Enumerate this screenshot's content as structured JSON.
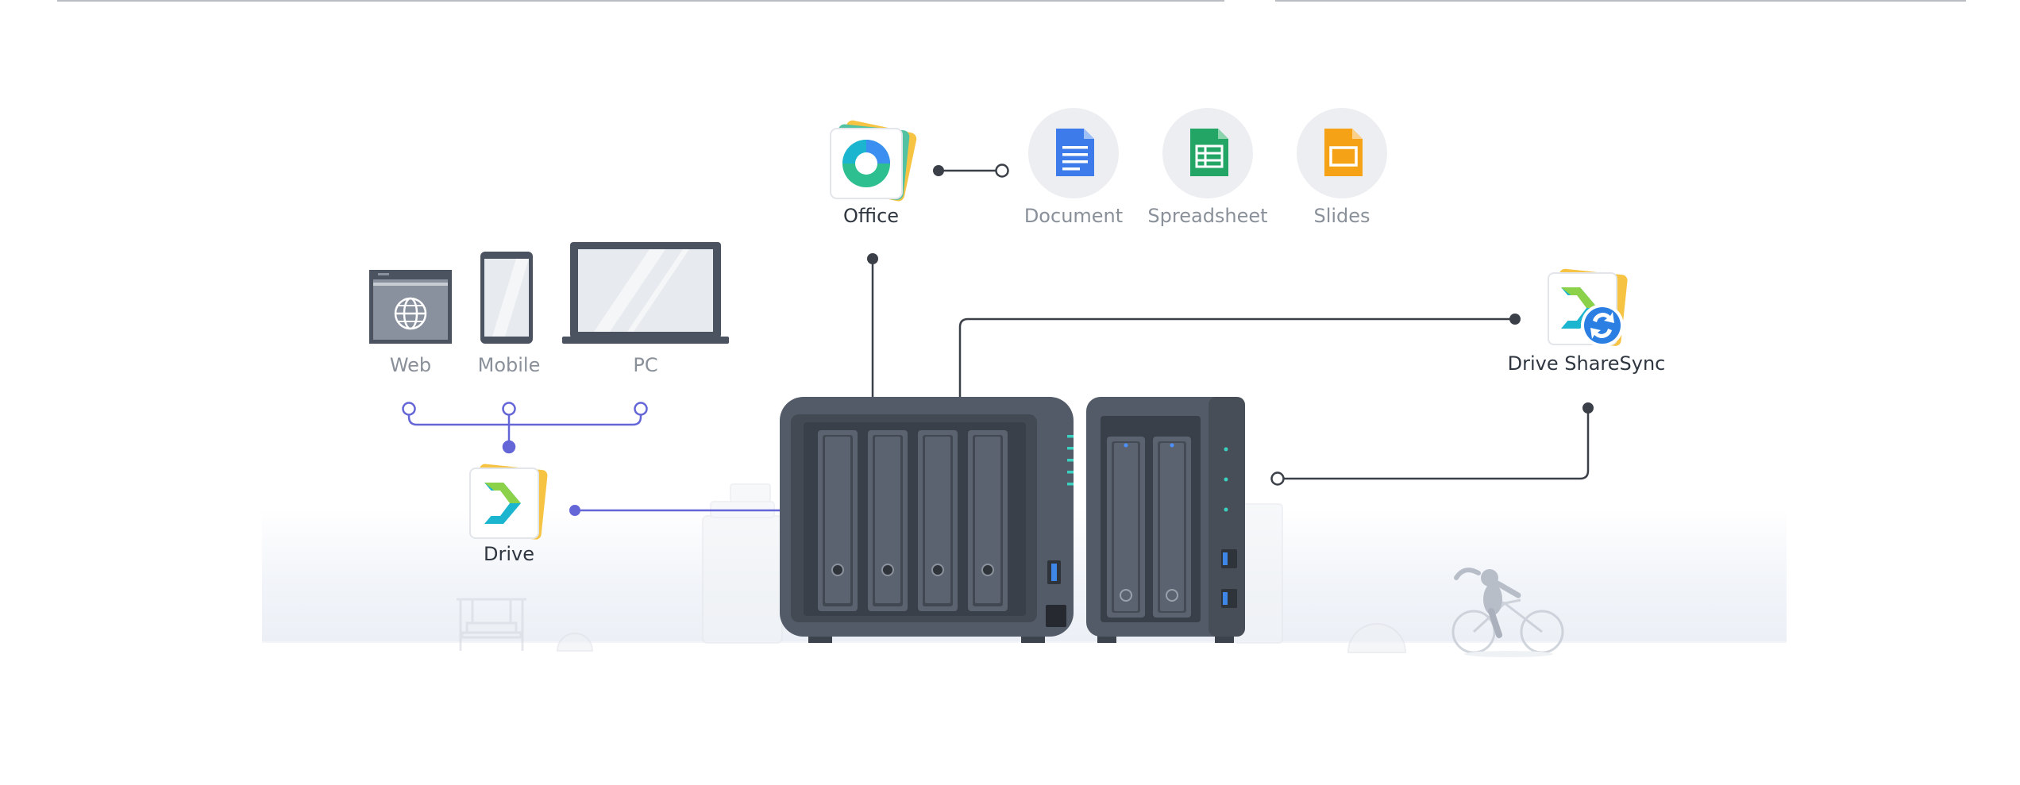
{
  "labels": {
    "office": "Office",
    "document": "Document",
    "spreadsheet": "Spreadsheet",
    "slides": "Slides",
    "web": "Web",
    "mobile": "Mobile",
    "pc": "PC",
    "drive": "Drive",
    "drive_sharesync": "Drive ShareSync"
  },
  "colors": {
    "line_dark": "#3b4048",
    "line_accent": "#6466d8",
    "nas_body": "#525b67",
    "nas_dark": "#3c434d",
    "doc_blue": "#3e7bea",
    "sheet_green": "#22a565",
    "slides_orange": "#f5a216",
    "led_teal": "#3ad1c1",
    "circle_bg": "#eceef1"
  },
  "icons": {
    "office": "office-icon",
    "document": "document-icon",
    "spreadsheet": "spreadsheet-icon",
    "slides": "slides-icon",
    "web": "browser-globe-icon",
    "mobile": "phone-icon",
    "pc": "laptop-icon",
    "drive": "drive-icon",
    "drive_sharesync": "drive-sharesync-icon"
  }
}
